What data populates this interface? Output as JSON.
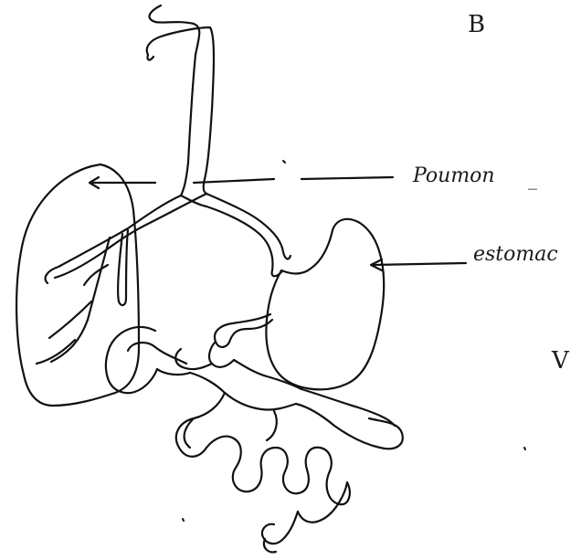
{
  "figure": {
    "corner_letter": "B",
    "side_letter": "V",
    "labels": {
      "poumon": "Poumon",
      "poumon_dash": "_",
      "estomac": "estomac"
    },
    "ink_color": "#111111"
  }
}
